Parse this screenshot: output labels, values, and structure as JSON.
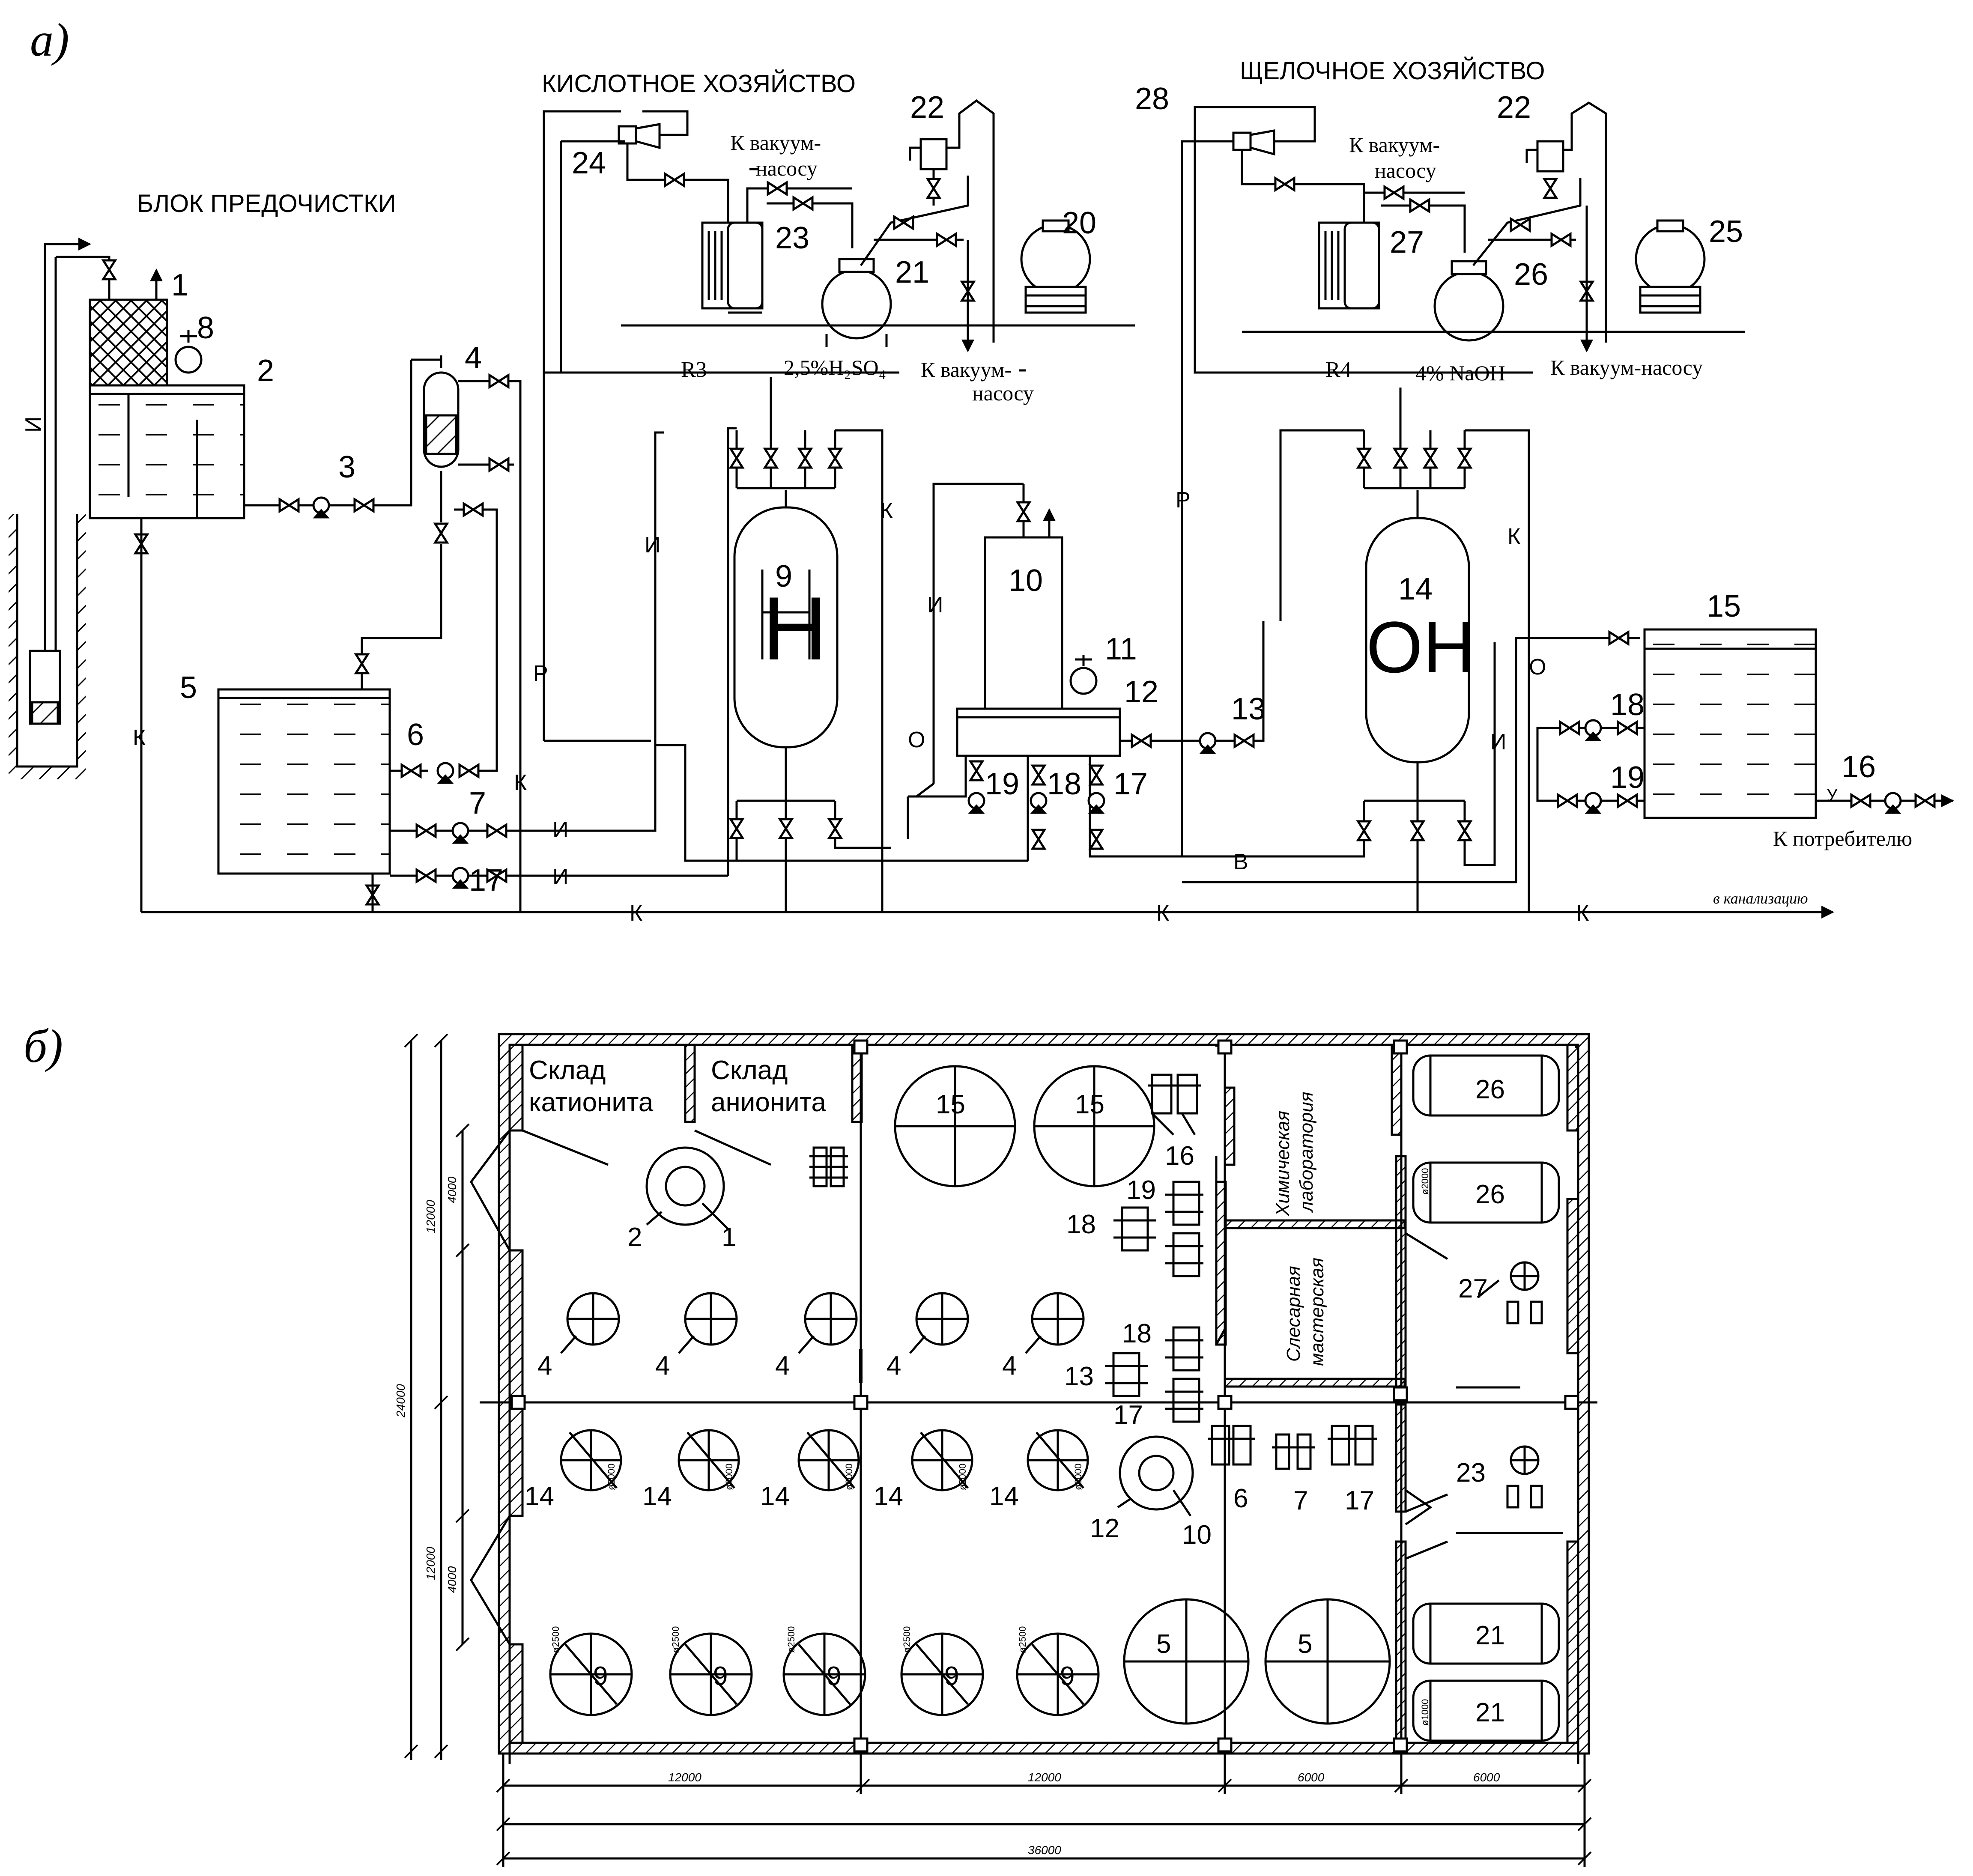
{
  "panels": {
    "a_label": "а)",
    "b_label": "б)"
  },
  "headings": {
    "pretreatment": "БЛОК ПРЕДОЧИСТКИ",
    "acid": "КИСЛОТНОЕ ХОЗЯЙСТВО",
    "alkali": "ЩЕЛОЧНОЕ ХОЗЯЙСТВО"
  },
  "scheme_texts": {
    "to_vacuum_pump": "К вакуум-",
    "to_vacuum_pump_2": "насосу",
    "to_vacuum_pump_full": "К вакуум-насосу",
    "to_consumer": "К потребителю",
    "to_sewer": "в канализацию",
    "acid_solution": "2,5%H₂SO₄",
    "alkali_solution": "4% NaOH",
    "r3": "R3",
    "r4": "R4",
    "h_symbol": "H",
    "oh_symbol": "OH",
    "flow_I": "И",
    "flow_K": "К",
    "flow_P": "Р",
    "flow_O": "О",
    "flow_B": "В",
    "flow_U": "У"
  },
  "scheme_numbers": [
    "1",
    "2",
    "3",
    "4",
    "5",
    "6",
    "7",
    "8",
    "9",
    "10",
    "11",
    "12",
    "13",
    "14",
    "15",
    "16",
    "17",
    "18",
    "19",
    "20",
    "21",
    "22",
    "23",
    "24",
    "25",
    "26",
    "27",
    "28"
  ],
  "plan": {
    "rooms": {
      "cation_store_1": "Склад",
      "cation_store_2": "катионита",
      "anion_store_1": "Склад",
      "anion_store_2": "анионита",
      "chem_lab_1": "Химическая",
      "chem_lab_2": "лаборатория",
      "workshop_1": "Слесарная",
      "workshop_2": "мастерская"
    },
    "dims": {
      "total_height": "24000",
      "h_12000": "12000",
      "h_4000": "4000",
      "w_12000": "12000",
      "w_6000": "6000",
      "total_width": "36000",
      "d2000": "ø2000",
      "d2500": "ø2500",
      "d1000": "ø1000"
    }
  }
}
